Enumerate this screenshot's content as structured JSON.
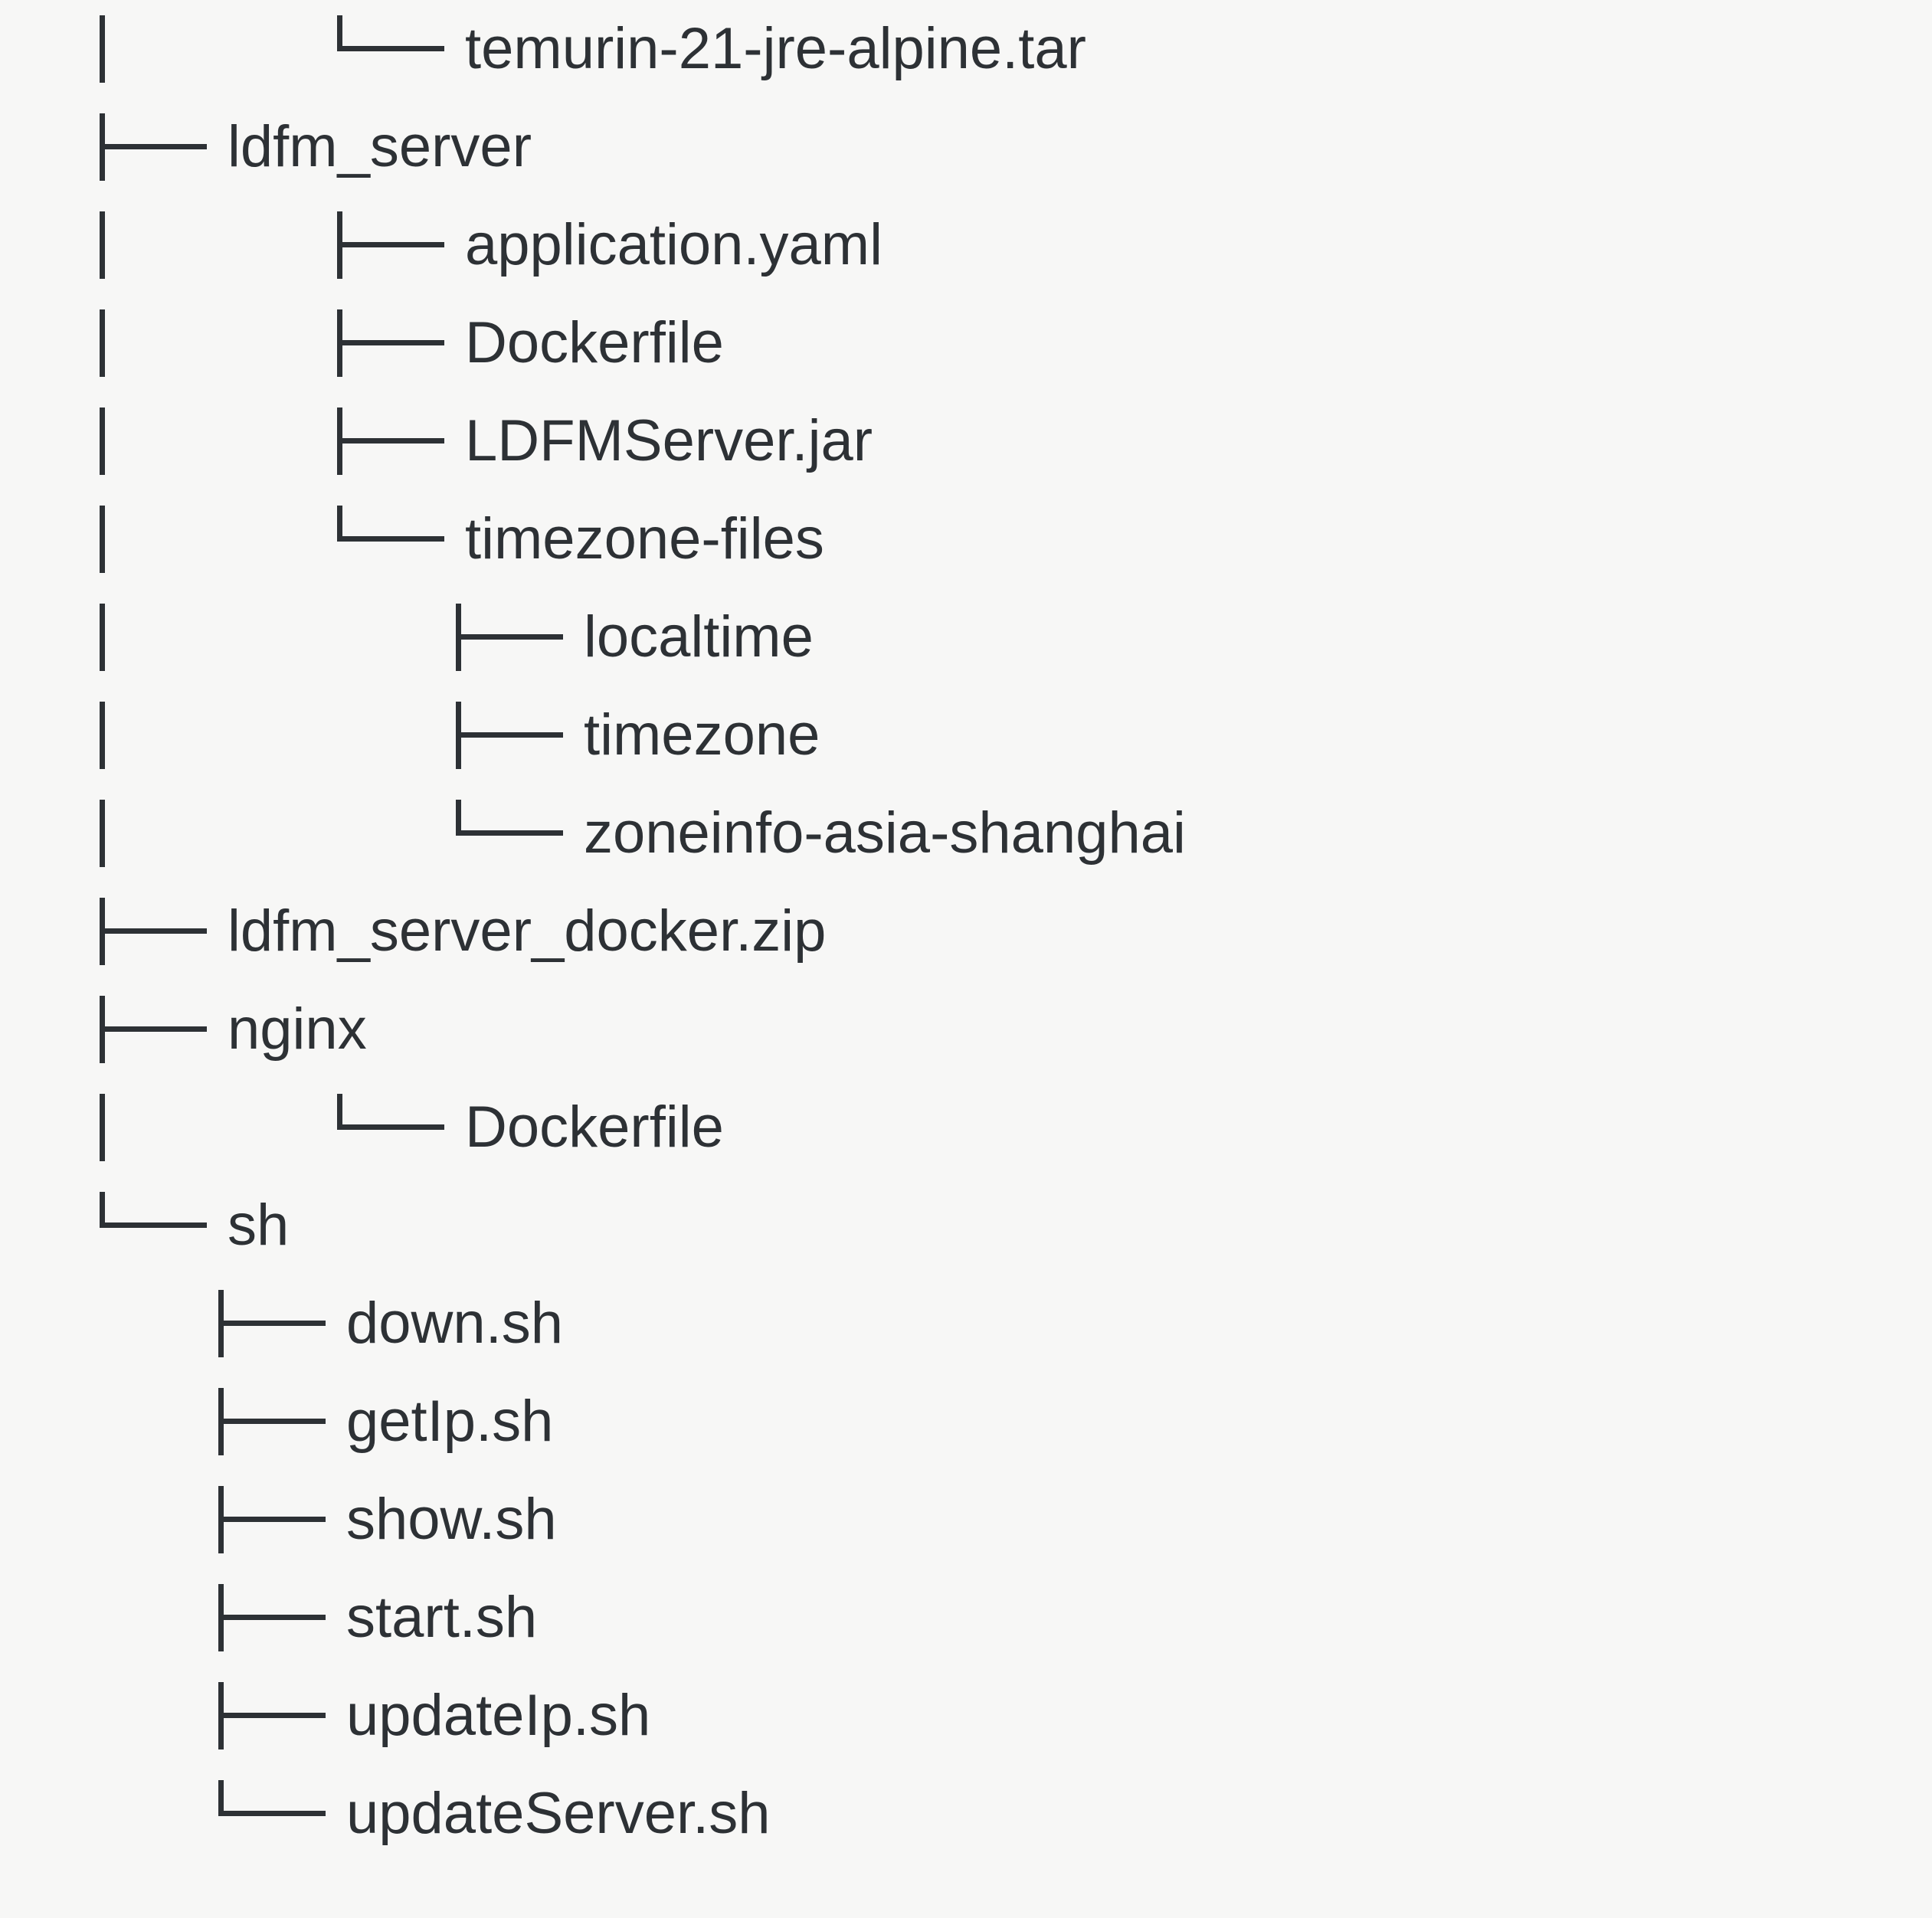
{
  "view": {
    "kind": "directory-tree-listing",
    "background_color": "#f7f7f6",
    "text_color": "#2d3135",
    "indent_columns": 5,
    "row_count": 19
  },
  "tree": {
    "rows": [
      {
        "segments": [
          "pipe",
          "blank",
          "elbow"
        ],
        "label": "temurin-21-jre-alpine.tar"
      },
      {
        "segments": [
          "tee"
        ],
        "label": "ldfm_server"
      },
      {
        "segments": [
          "pipe",
          "blank",
          "tee"
        ],
        "label": "application.yaml"
      },
      {
        "segments": [
          "pipe",
          "blank",
          "tee"
        ],
        "label": "Dockerfile"
      },
      {
        "segments": [
          "pipe",
          "blank",
          "tee"
        ],
        "label": "LDFMServer.jar"
      },
      {
        "segments": [
          "pipe",
          "blank",
          "elbow"
        ],
        "label": "timezone-files"
      },
      {
        "segments": [
          "pipe",
          "blank",
          "blank",
          "tee"
        ],
        "label": "localtime"
      },
      {
        "segments": [
          "pipe",
          "blank",
          "blank",
          "tee"
        ],
        "label": "timezone"
      },
      {
        "segments": [
          "pipe",
          "blank",
          "blank",
          "elbow"
        ],
        "label": "zoneinfo-asia-shanghai"
      },
      {
        "segments": [
          "tee"
        ],
        "label": "ldfm_server_docker.zip"
      },
      {
        "segments": [
          "tee"
        ],
        "label": "nginx"
      },
      {
        "segments": [
          "pipe",
          "blank",
          "elbow"
        ],
        "label": "Dockerfile"
      },
      {
        "segments": [
          "elbow"
        ],
        "label": "sh"
      },
      {
        "segments": [
          "blank",
          "tee"
        ],
        "label": "down.sh"
      },
      {
        "segments": [
          "blank",
          "tee"
        ],
        "label": "getIp.sh"
      },
      {
        "segments": [
          "blank",
          "tee"
        ],
        "label": "show.sh"
      },
      {
        "segments": [
          "blank",
          "tee"
        ],
        "label": "start.sh"
      },
      {
        "segments": [
          "blank",
          "tee"
        ],
        "label": "updateIp.sh"
      },
      {
        "segments": [
          "blank",
          "elbow"
        ],
        "label": "updateServer.sh"
      }
    ]
  }
}
